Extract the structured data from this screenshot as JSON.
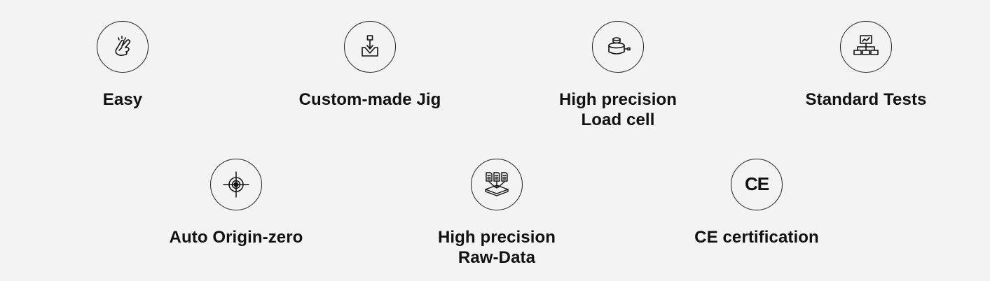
{
  "features": [
    {
      "label_lines": [
        "Easy"
      ],
      "icon": "finger-snap-icon"
    },
    {
      "label_lines": [
        "Custom-made Jig"
      ],
      "icon": "jig-icon"
    },
    {
      "label_lines": [
        "High precision",
        "Load cell"
      ],
      "icon": "load-cell-icon"
    },
    {
      "label_lines": [
        "Standard Tests"
      ],
      "icon": "org-chart-icon"
    },
    {
      "label_lines": [
        "Auto Origin-zero"
      ],
      "icon": "crosshair-icon"
    },
    {
      "label_lines": [
        "High precision",
        "Raw-Data"
      ],
      "icon": "raw-data-icon"
    },
    {
      "label_lines": [
        "CE certification"
      ],
      "icon": "ce-mark-icon"
    }
  ],
  "ce_mark_text": "CE"
}
